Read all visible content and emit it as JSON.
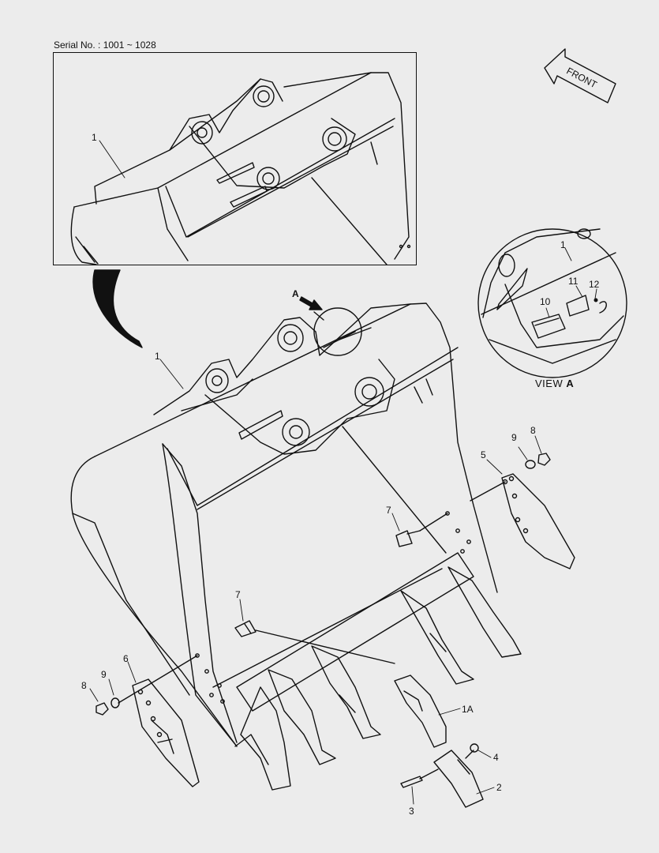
{
  "header": {
    "serial": "Serial No. : 1001 ~ 1028"
  },
  "front_arrow": {
    "label": "FRONT"
  },
  "view_label": {
    "prefix": "VIEW",
    "letter": "A"
  },
  "arrow_label": "A",
  "callouts": {
    "c1_top": "1",
    "c1_main": "1",
    "c1_detail": "1",
    "c10": "10",
    "c11": "11",
    "c12": "12",
    "c9_right": "9",
    "c8_right": "8",
    "c5": "5",
    "c7_right": "7",
    "c7_left": "7",
    "c6": "6",
    "c9_left": "9",
    "c8_left": "8",
    "c1a": "1A",
    "c4": "4",
    "c2": "2",
    "c3": "3"
  },
  "colors": {
    "background": "#ececec",
    "line": "#111111"
  }
}
